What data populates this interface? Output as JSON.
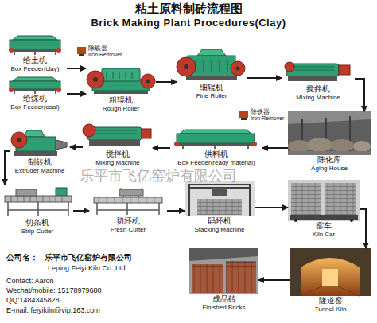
{
  "diagram": {
    "title": "粘土原料制砖流程图",
    "nodes": [
      {
        "text": [
          "给土机",
          "Box Feeder(clay)"
        ]
      },
      {
        "text": [
          "给煤机",
          "Box Feeder(coal)"
        ]
      },
      {
        "text": [
          "除铁器",
          "Iron Remover"
        ]
      },
      {
        "text": [
          "粗辊机",
          "Rough Roller"
        ]
      },
      {
        "text": [
          "细辊机",
          "Fine Roller"
        ]
      },
      {
        "text": [
          "搅拌机",
          "Mixing Machine"
        ]
      },
      {
        "text": [
          "制砖机",
          "Extruder Machine"
        ]
      },
      {
        "text": [
          "搅拌机",
          "Mixing Machine"
        ]
      },
      {
        "text": [
          "供料机",
          "Box Feeder(ready material)"
        ]
      },
      {
        "text": [
          "除铁器",
          "Iron Remover"
        ]
      },
      {
        "text": [
          "陈化库",
          "Aging House"
        ]
      },
      {
        "text": [
          "切条机",
          "Strip Cutter"
        ]
      },
      {
        "text": [
          "切坯机",
          "Fresh Cutter"
        ]
      },
      {
        "text": [
          "码坯机",
          "Stacking Machine"
        ]
      },
      {
        "text": [
          "窑车",
          "Kiln Car"
        ]
      },
      {
        "text": [
          "成品砖",
          "Finished Bricks"
        ]
      },
      {
        "text": [
          "隧道窑",
          "Tunnel Kiln"
        ]
      }
    ],
    "edges": [
      {
        "from": 0,
        "to": 3,
        "arrow": "to"
      },
      {
        "from": 1,
        "to": 3,
        "arrow": "to"
      },
      {
        "from": 3,
        "to": 4,
        "arrow": "to"
      },
      {
        "from": 4,
        "to": 5,
        "arrow": "to"
      },
      {
        "from": 5,
        "to": 10,
        "arrow": "to"
      },
      {
        "from": 10,
        "to": 8,
        "arrow": "to"
      },
      {
        "from": 8,
        "to": 7,
        "arrow": "to"
      },
      {
        "from": 7,
        "to": 6,
        "arrow": "to"
      },
      {
        "from": 6,
        "to": 11,
        "arrow": "to"
      },
      {
        "from": 11,
        "to": 12,
        "arrow": "to"
      },
      {
        "from": 12,
        "to": 13,
        "arrow": "to"
      },
      {
        "from": 13,
        "to": 14,
        "arrow": "to"
      },
      {
        "from": 14,
        "to": 16,
        "arrow": "to"
      },
      {
        "from": 16,
        "to": 15,
        "arrow": "to"
      }
    ],
    "labels": [
      "Brick Making Plant Procedures(Clay)",
      "乐平市飞亿窑炉有限公司",
      "公司名：",
      "乐平市飞亿窑炉有限公司",
      "Leping Feiyi Kiln Co.,Ltd",
      "Contact: Aaron",
      "Wechat/mobile: 15178979680",
      "QQ:1484345828",
      "E-mail: feiyikiln@vip.163.com"
    ]
  }
}
